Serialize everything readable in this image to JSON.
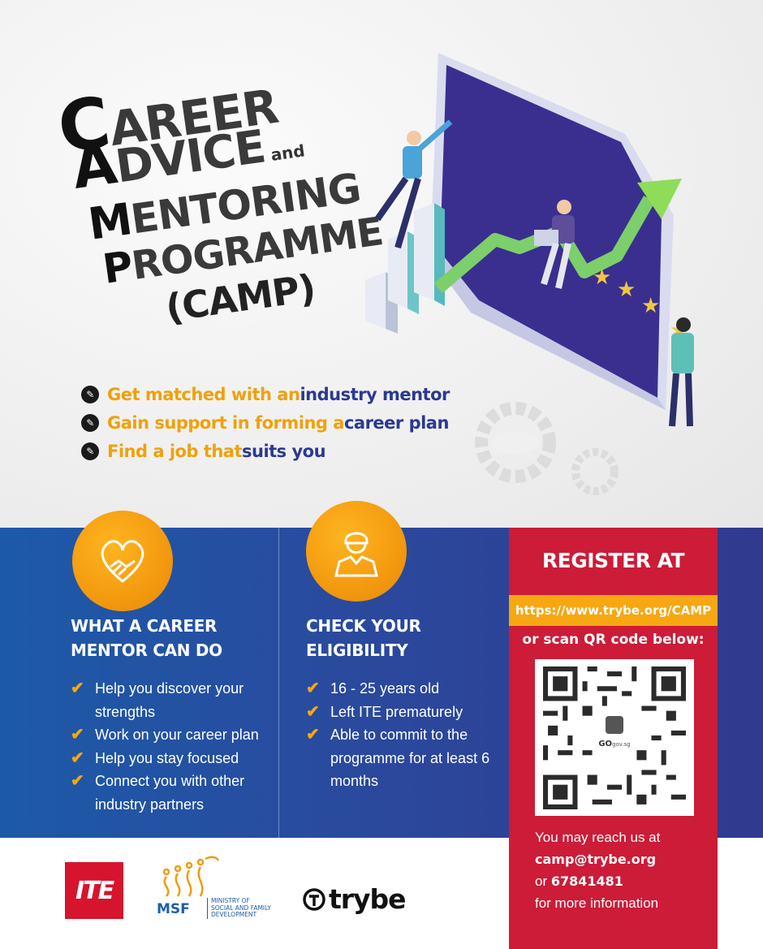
{
  "title": {
    "line1_big": "C",
    "line1_rest": "AREER",
    "line2_big": "A",
    "line2_rest": "DVICE",
    "line2_and": "and",
    "line3_big": "M",
    "line3_rest": "ENTORING",
    "line4_big": "P",
    "line4_rest": "ROGRAMME",
    "line5": "(CAMP)"
  },
  "bullets": [
    {
      "orange": "Get matched with an ",
      "navy": "industry mentor"
    },
    {
      "orange": "Gain support in forming a ",
      "navy": "career plan"
    },
    {
      "orange": "Find a job that ",
      "navy": "suits you"
    }
  ],
  "mentor": {
    "heading_1": "WHAT A CAREER",
    "heading_2": "MENTOR CAN DO",
    "items": [
      "Help you discover your strengths",
      "Work on your career plan",
      "Help you stay focused",
      "Connect you with other industry partners"
    ]
  },
  "eligibility": {
    "heading_1": "CHECK YOUR",
    "heading_2": "ELIGIBILITY",
    "items": [
      "16 - 25 years old",
      "Left ITE prematurely",
      "Able to commit to the programme for at least 6 months"
    ]
  },
  "register": {
    "heading": "REGISTER AT",
    "url": "https://www.trybe.org/CAMP",
    "scan": "or scan QR code below:",
    "qr_label": "GO",
    "qr_sublabel": "gov.sg",
    "contact_1": "You may reach us at",
    "email": "camp@trybe.org",
    "or": "or ",
    "phone": "67841481",
    "contact_2": "for more information"
  },
  "logos": {
    "ite": "ITE",
    "msf_abbr": "MSF",
    "msf_full_1": "MINISTRY OF",
    "msf_full_2": "SOCIAL AND FAMILY",
    "msf_full_3": "DEVELOPMENT",
    "trybe": "trybe"
  },
  "colors": {
    "orange": "#f0a10a",
    "navy": "#2b3990",
    "register_red": "#cc1c37",
    "panel_blue": "#2a4a9e"
  }
}
